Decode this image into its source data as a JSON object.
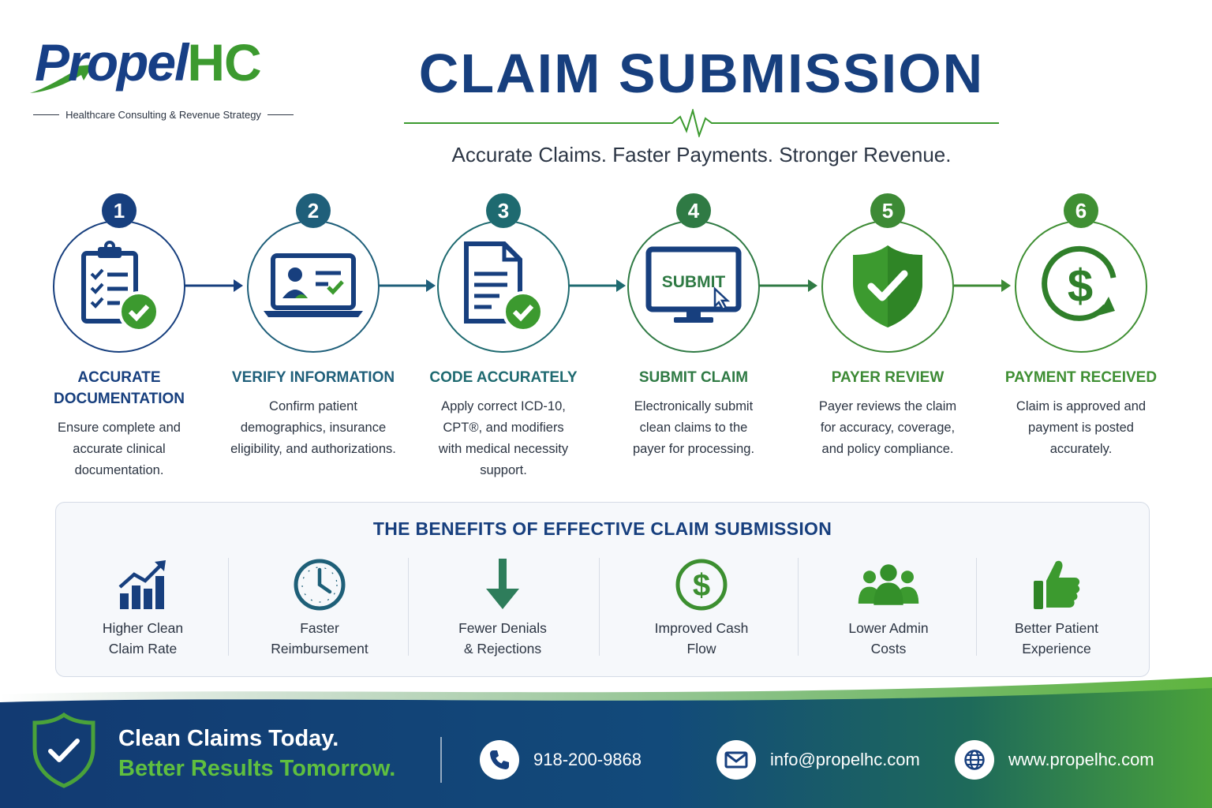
{
  "brand": {
    "name_part1": "Propel",
    "name_part2": "HC",
    "tagline": "Healthcare Consulting & Revenue Strategy"
  },
  "header": {
    "title": "CLAIM SUBMISSION",
    "subtitle": "Accurate Claims. Faster Payments. Stronger Revenue."
  },
  "steps": [
    {
      "number": "1",
      "title": "ACCURATE\nDOCUMENTATION",
      "description": "Ensure complete and\naccurate clinical\ndocumentation.",
      "icon": "clipboard-check-icon",
      "color": "#173f7e"
    },
    {
      "number": "2",
      "title": "VERIFY INFORMATION",
      "description": "Confirm patient\ndemographics, insurance\neligibility, and authorizations.",
      "icon": "laptop-verify-icon",
      "color": "#1f5f7a"
    },
    {
      "number": "3",
      "title": "CODE ACCURATELY",
      "description": "Apply correct ICD-10,\nCPT®, and modifiers\nwith medical necessity\nsupport.",
      "icon": "document-check-icon",
      "color": "#1e6a70"
    },
    {
      "number": "4",
      "title": "SUBMIT CLAIM",
      "description": "Electronically submit\nclean claims to the\npayer for processing.",
      "icon": "monitor-submit-icon",
      "screen_label": "SUBMIT",
      "color": "#2f7a44"
    },
    {
      "number": "5",
      "title": "PAYER REVIEW",
      "description": "Payer reviews the claim\nfor accuracy, coverage,\nand policy compliance.",
      "icon": "shield-check-icon",
      "color": "#3d8a35"
    },
    {
      "number": "6",
      "title": "PAYMENT RECEIVED",
      "description": "Claim is approved and\npayment is posted\naccurately.",
      "icon": "dollar-cycle-icon",
      "color": "#3f8f33"
    }
  ],
  "benefits": {
    "title": "THE BENEFITS OF EFFECTIVE CLAIM SUBMISSION",
    "items": [
      {
        "label": "Higher Clean\nClaim Rate",
        "icon": "growth-chart-icon"
      },
      {
        "label": "Faster\nReimbursement",
        "icon": "clock-icon"
      },
      {
        "label": "Fewer Denials\n& Rejections",
        "icon": "down-arrow-icon"
      },
      {
        "label": "Improved Cash\nFlow",
        "icon": "dollar-icon"
      },
      {
        "label": "Lower Admin\nCosts",
        "icon": "people-icon"
      },
      {
        "label": "Better Patient\nExperience",
        "icon": "thumbs-up-icon"
      }
    ]
  },
  "footer": {
    "line1": "Clean Claims Today.",
    "line2": "Better Results Tomorrow.",
    "phone": "918-200-9868",
    "email": "info@propelhc.com",
    "website": "www.propelhc.com"
  },
  "colors": {
    "navy": "#173f7e",
    "green": "#3c9a2f",
    "footer_navy": "#123a72",
    "footer_green": "#4aa23a"
  }
}
